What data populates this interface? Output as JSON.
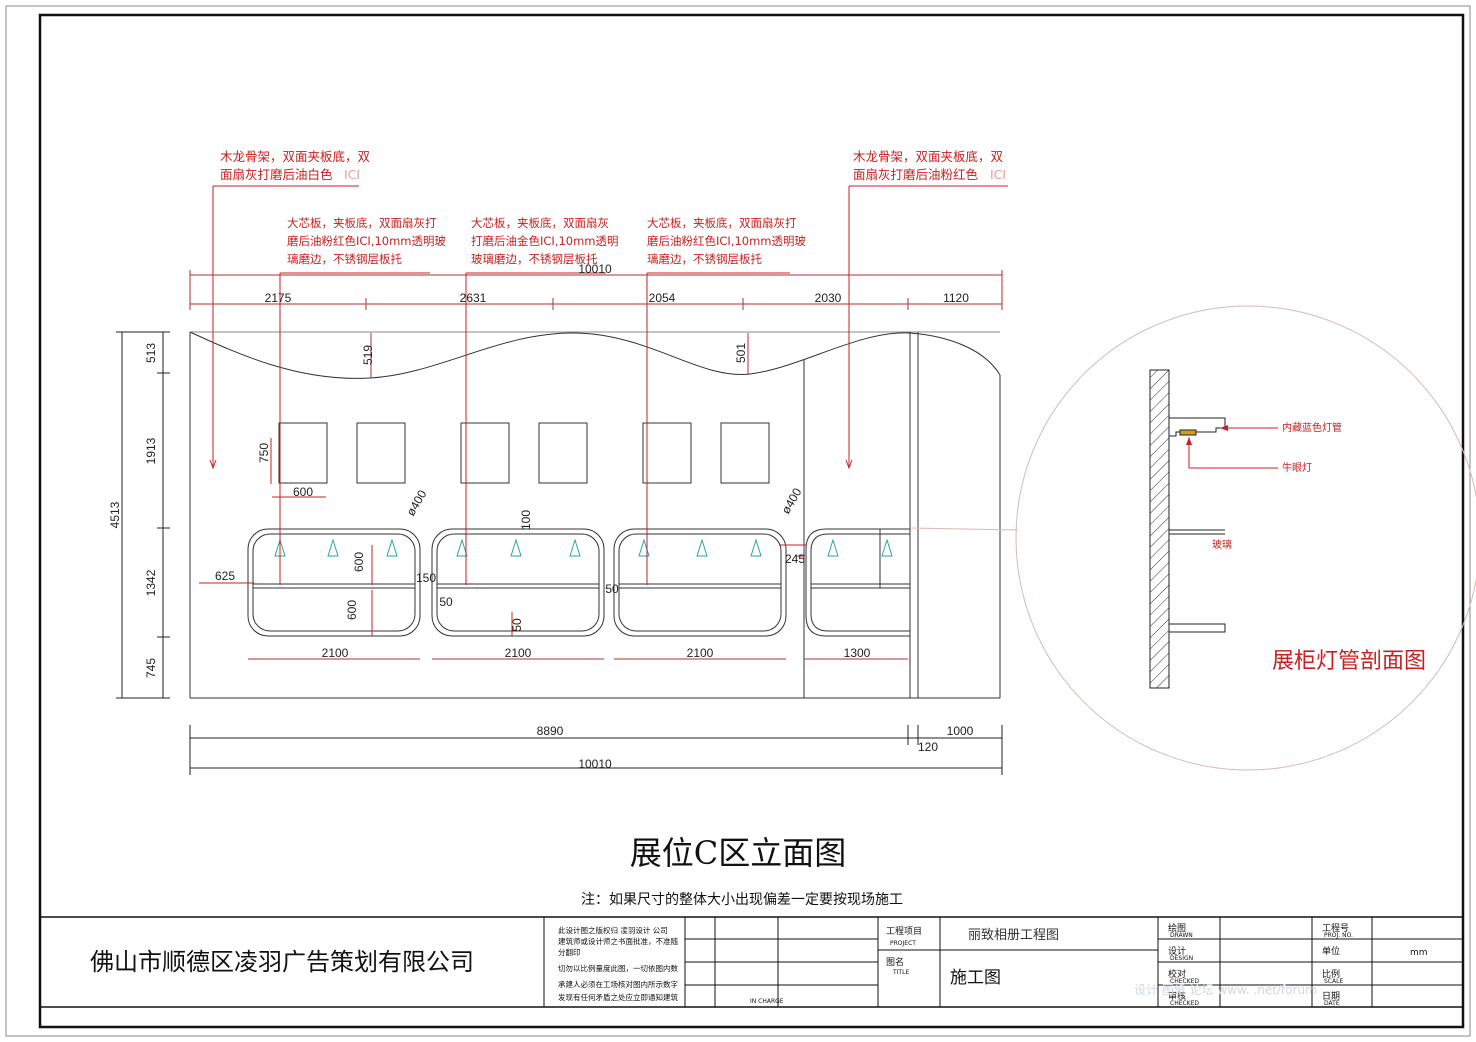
{
  "notes": {
    "left_top": [
      "木龙骨架，双面夹板底，双",
      "面扇灰打磨后油白色",
      "ICI"
    ],
    "right_top": [
      "木龙骨架，双面夹板底，双",
      "面扇灰打磨后油粉红色",
      "ICI"
    ],
    "mid_1": [
      "大芯板，夹板底，双面扇灰打",
      "磨后油粉红色ICI,10mm透明玻",
      "璃磨边，不锈钢层板托"
    ],
    "mid_2": [
      "大芯板，夹板底，双面扇灰",
      "打磨后油金色ICI,10mm透明",
      "玻璃磨边，不锈钢层板托"
    ],
    "mid_3": [
      "大芯板，夹板底，双面扇灰打",
      "磨后油粉红色ICI,10mm透明玻",
      "璃磨边，不锈钢层板托"
    ]
  },
  "dims": {
    "top_total": "10010",
    "top_segments": [
      "2175",
      "2631",
      "2054",
      "2030",
      "1120"
    ],
    "left_total": "4513",
    "left_segments": [
      "513",
      "1913",
      "1342",
      "745"
    ],
    "wave_519": "519",
    "wave_501": "501",
    "frame_750": "750",
    "frame_600": "600",
    "dia_left": "ø400",
    "dia_right": "ø400",
    "d100": "100",
    "d625": "625",
    "d600a": "600",
    "d150": "150",
    "d600b": "600",
    "d50a": "50",
    "d50b": "50",
    "d50c": "50",
    "d245": "245",
    "bottom_cabinets": [
      "2100",
      "2100",
      "2100",
      "1300"
    ],
    "bottom_8890": "8890",
    "bottom_120": "120",
    "bottom_1000": "1000",
    "bottom_total": "10010"
  },
  "section": {
    "title": "展柜灯管剖面图",
    "label_tube": "内藏蓝色灯管",
    "label_spot": "牛眼灯",
    "label_glass": "玻璃"
  },
  "main_title": "展位C区立面图",
  "remark": "注：如果尺寸的整体大小出现偏差一定要按现场施工",
  "title_block": {
    "company": "佛山市顺德区凌羽广告策划有限公司",
    "copyright": [
      "此设计图之版权归 凌羽设计 公司",
      "建筑师或设计师之书面批准，不准随",
      "分翻印",
      "切勿以比例量度此图，一切依图内数",
      "承建人必须在工场核对图内所示数字",
      "发现有任何矛盾之处应立即通知建筑"
    ],
    "in_charge": "IN CHARGE",
    "project_label": "工程项目",
    "project_label_en": "PROJECT",
    "project_value": "丽致相册工程图",
    "title_label": "图名",
    "title_label_en": "TITLE",
    "title_value": "施工图",
    "drawn_label": "绘图",
    "drawn_en": "DRAWN",
    "design_label": "设计",
    "design_en": "DESIGN",
    "checked_label": "校对",
    "checked_en": "CHECKED",
    "checked2_label": "审核",
    "checked2_en": "CHECKED",
    "proj_no_label": "工程号",
    "proj_no_en": "PROJ. NO.",
    "unit_label": "单位",
    "unit_value": "mm",
    "scale_label": "比例",
    "scale_en": "SCALE",
    "date_label": "日期",
    "date_en": "DATE"
  },
  "watermark": "设计 图纸 论坛  www.  .net/forum"
}
